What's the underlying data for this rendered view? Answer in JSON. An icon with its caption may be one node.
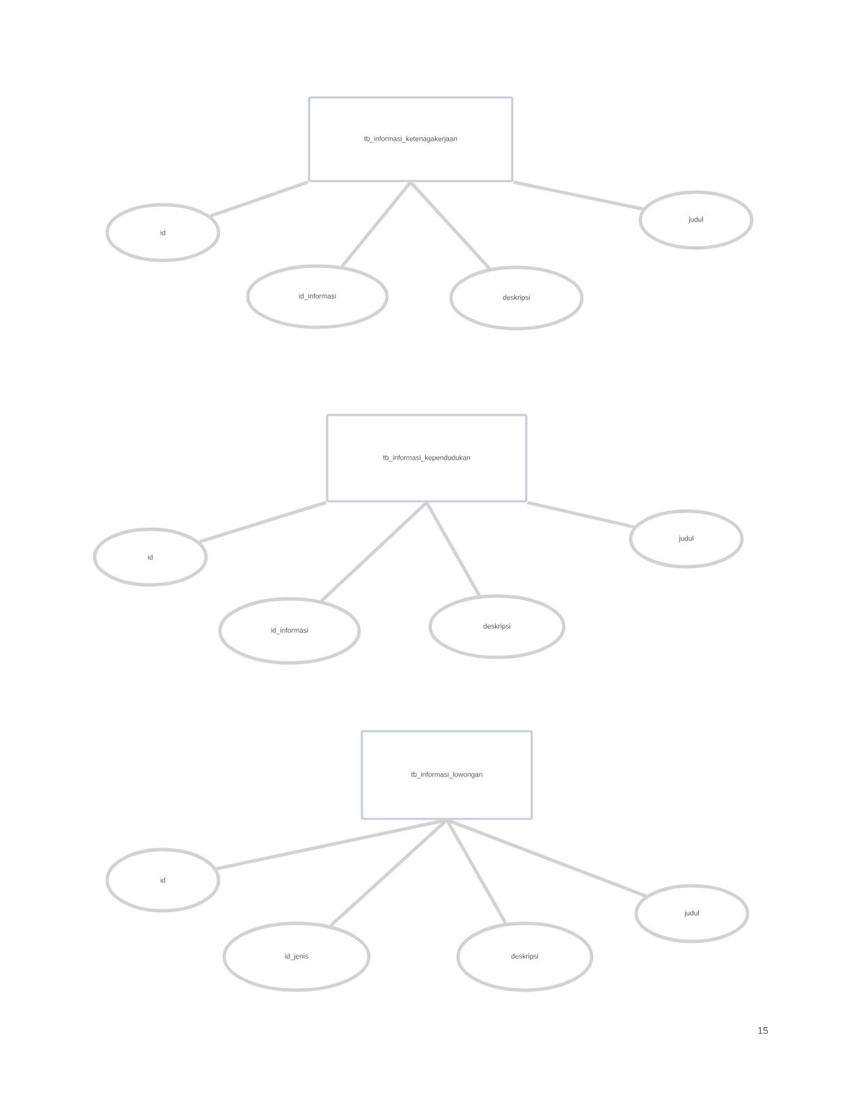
{
  "diagram": {
    "nodes": [
      {
        "text": [
          "tb_informasi_ketenagakerjaan"
        ]
      },
      {
        "text": [
          "id"
        ]
      },
      {
        "text": [
          "id_informasi"
        ]
      },
      {
        "text": [
          "deskripsi"
        ]
      },
      {
        "text": [
          "judul"
        ]
      },
      {
        "text": [
          "tb_informasi_kependudukan"
        ]
      },
      {
        "text": [
          "id"
        ]
      },
      {
        "text": [
          "id_informasi"
        ]
      },
      {
        "text": [
          "deskripsi"
        ]
      },
      {
        "text": [
          "judul"
        ]
      },
      {
        "text": [
          "tb_informasi_lowongan"
        ]
      },
      {
        "text": [
          "id"
        ]
      },
      {
        "text": [
          "id_jenis"
        ]
      },
      {
        "text": [
          "deskripsi"
        ]
      },
      {
        "text": [
          "judul"
        ]
      }
    ],
    "edges": [
      {
        "from": 0,
        "to": 1,
        "arrow": "none"
      },
      {
        "from": 0,
        "to": 2,
        "arrow": "none"
      },
      {
        "from": 0,
        "to": 3,
        "arrow": "none"
      },
      {
        "from": 0,
        "to": 4,
        "arrow": "none"
      },
      {
        "from": 5,
        "to": 6,
        "arrow": "none"
      },
      {
        "from": 5,
        "to": 7,
        "arrow": "none"
      },
      {
        "from": 5,
        "to": 8,
        "arrow": "none"
      },
      {
        "from": 5,
        "to": 9,
        "arrow": "none"
      },
      {
        "from": 10,
        "to": 11,
        "arrow": "none"
      },
      {
        "from": 10,
        "to": 12,
        "arrow": "none"
      },
      {
        "from": 10,
        "to": 13,
        "arrow": "none"
      },
      {
        "from": 10,
        "to": 14,
        "arrow": "none"
      }
    ],
    "labels": [
      "15"
    ]
  }
}
